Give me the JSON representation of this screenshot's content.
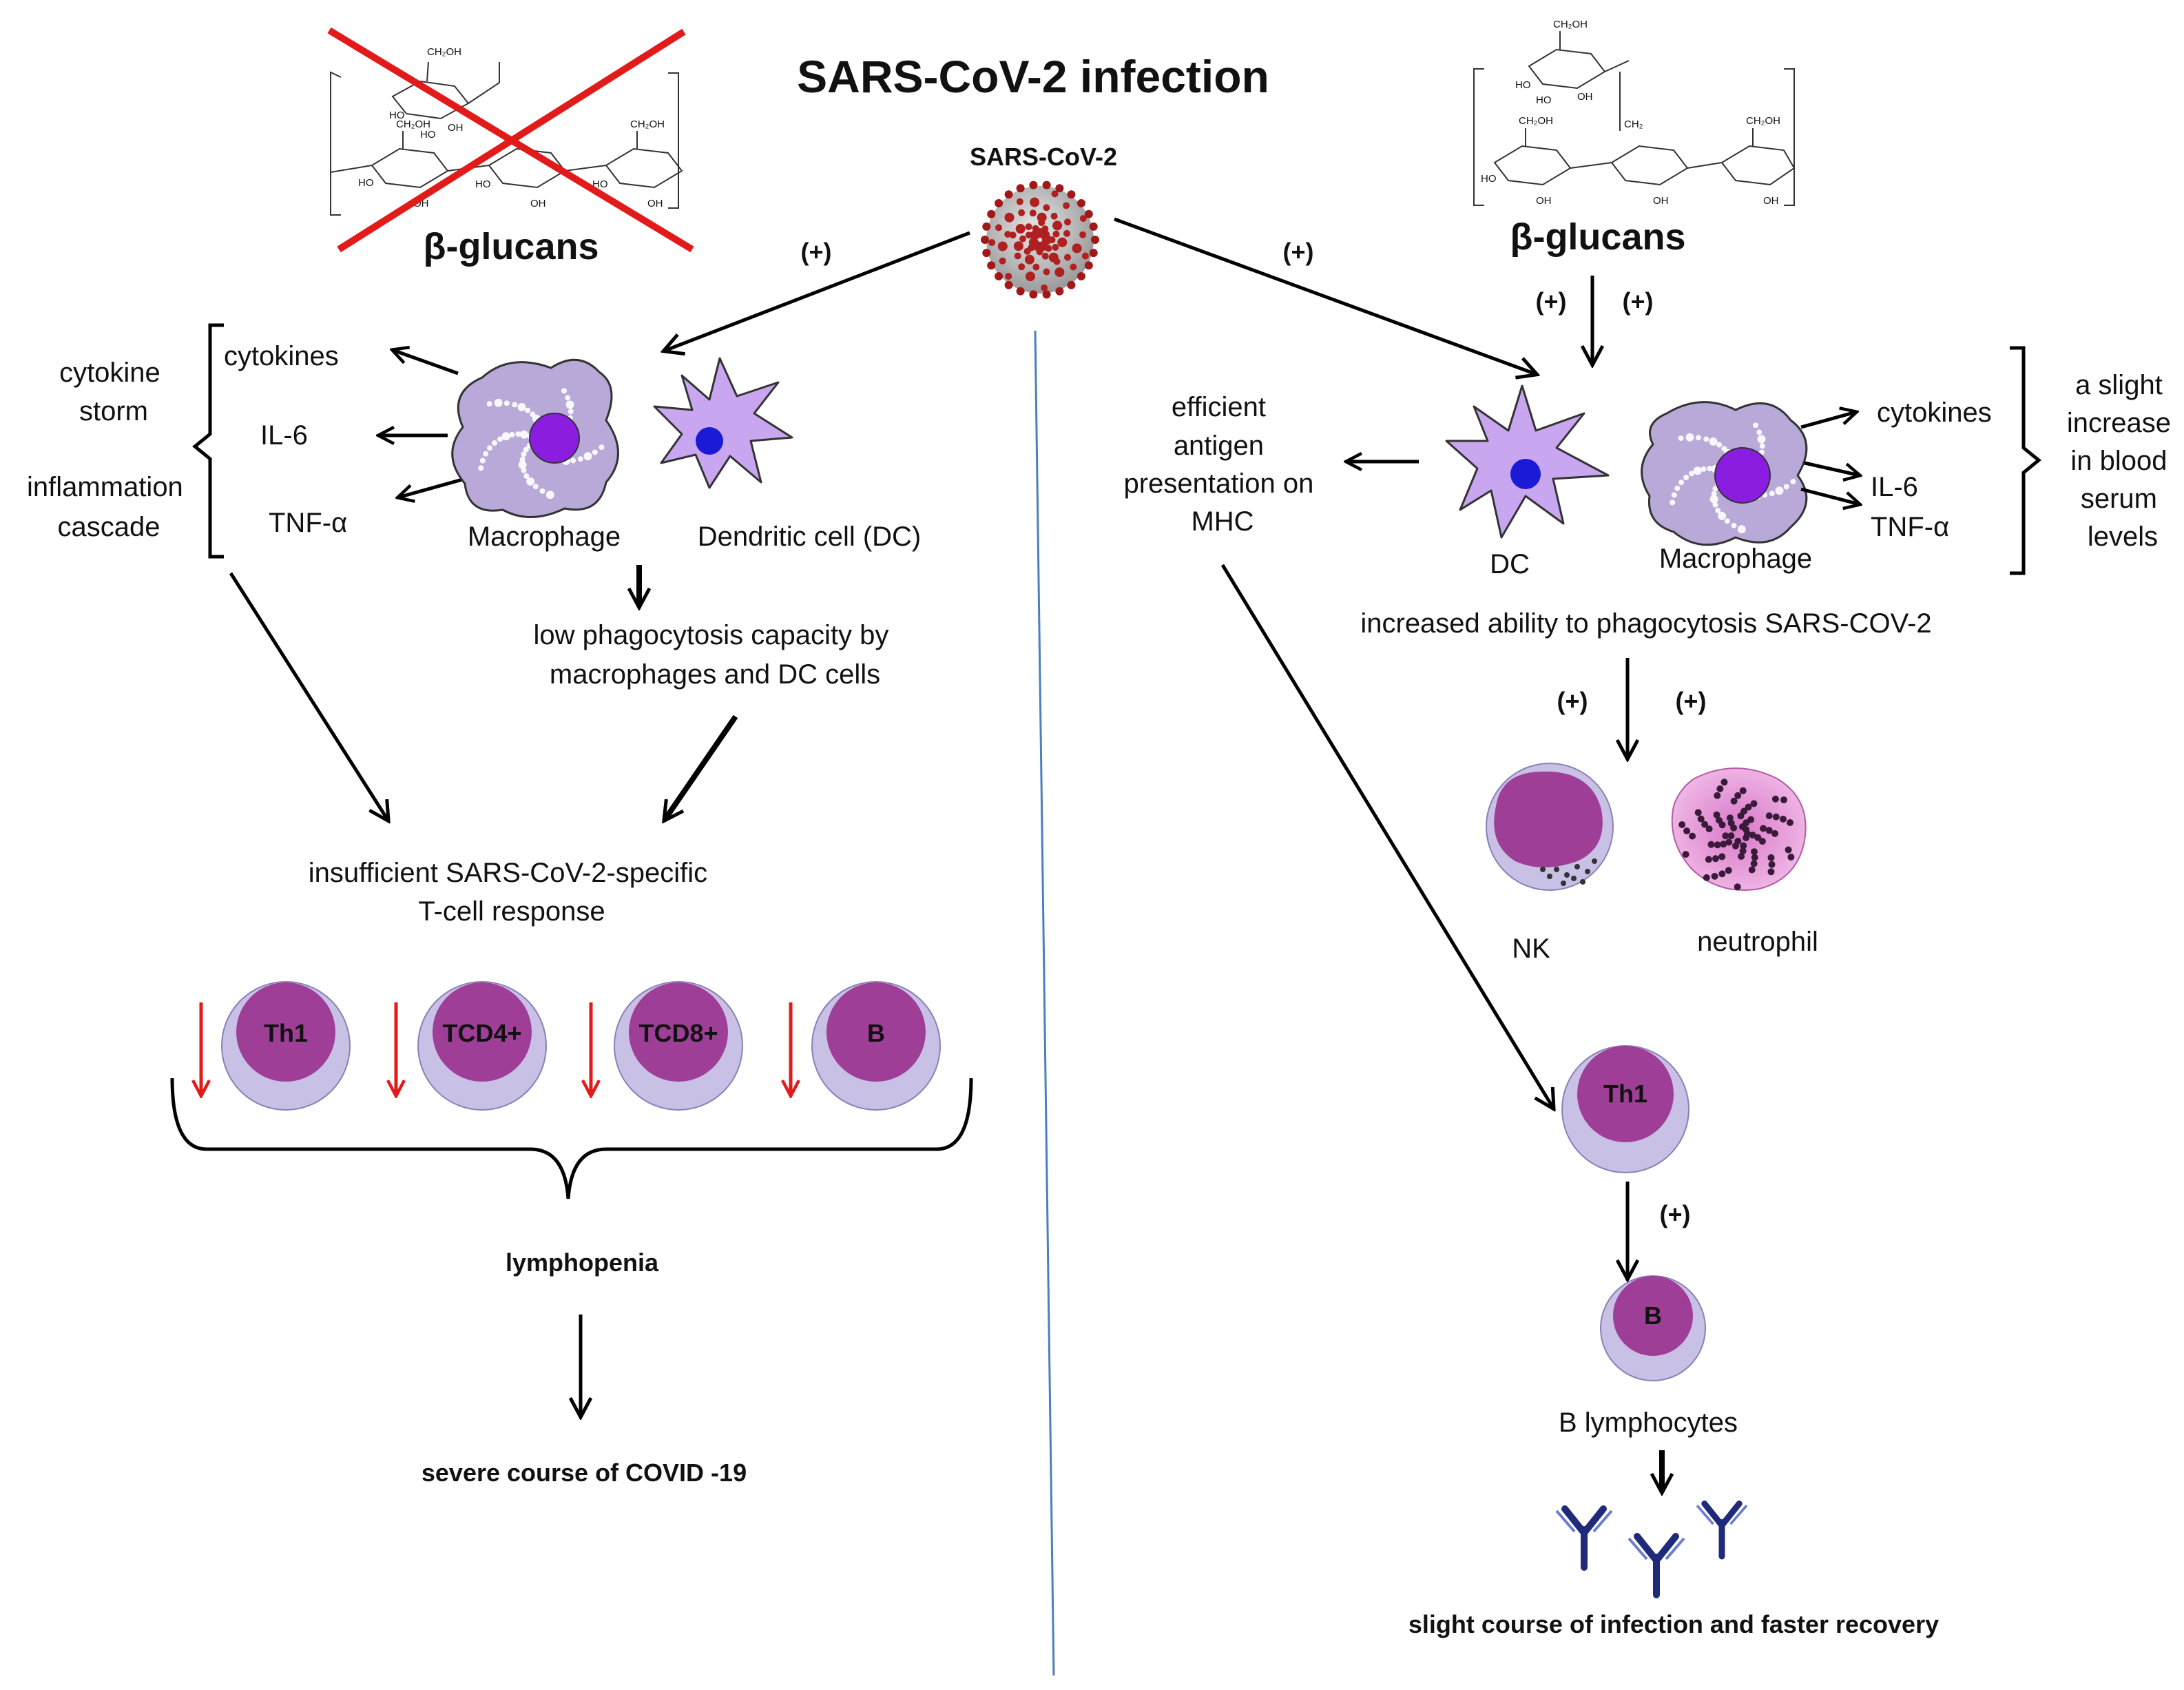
{
  "title": "SARS-CoV-2 infection",
  "virus_label": "SARS-CoV-2",
  "plus": "(+)",
  "colors": {
    "cell_outer": "#c9c0e6",
    "cell_inner": "#9e3e96",
    "macrophage_body": "#b8a9d9",
    "macrophage_nucleus": "#8a1de0",
    "dc_body": "#c9a6f0",
    "dc_nucleus": "#1b1bd6",
    "red_marker": "#e21a1a",
    "divider": "#4a7fc1",
    "antibody": "#1f2a7a"
  },
  "left": {
    "glucans": "β-glucans",
    "cytokine_storm": [
      "cytokine",
      "storm"
    ],
    "inflammation": [
      "inflammation",
      "cascade"
    ],
    "mediators": [
      "cytokines",
      "IL-6",
      "TNF-α"
    ],
    "macrophage": "Macrophage",
    "dc": "Dendritic cell (DC)",
    "low_phago": [
      "low phagocytosis capacity by",
      "macrophages and DC cells"
    ],
    "insufficient": [
      "insufficient SARS-CoV-2-specific",
      "T-cell response"
    ],
    "cells": [
      "Th1",
      "TCD4+",
      "TCD8+",
      "B"
    ],
    "lymphopenia": "lymphopenia",
    "outcome": "severe course of COVID -19"
  },
  "right": {
    "glucans": "β-glucans",
    "antigen": [
      "efficient",
      "antigen",
      "presentation on",
      "MHC"
    ],
    "dc": "DC",
    "macrophage": "Macrophage",
    "mediators": [
      "cytokines",
      "IL-6",
      "TNF-α"
    ],
    "serum": [
      "a slight",
      "increase",
      "in blood",
      "serum",
      "levels"
    ],
    "increased": "increased ability to phagocytosis SARS-COV-2",
    "nk": "NK",
    "neutrophil": "neutrophil",
    "th1": "Th1",
    "b": "B",
    "b_lymph": "B lymphocytes",
    "outcome": "slight course of infection and faster recovery"
  }
}
